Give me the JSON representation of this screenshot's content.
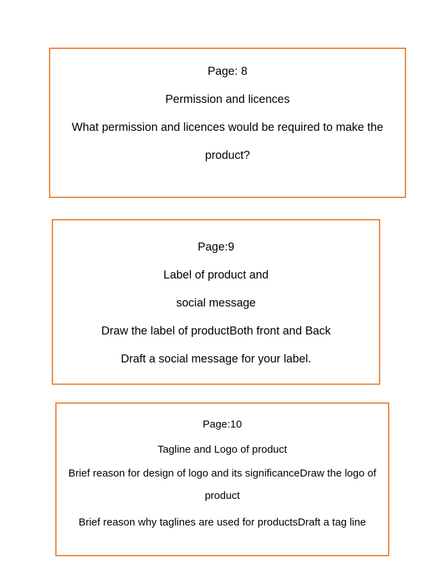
{
  "document": {
    "background_color": "#ffffff",
    "accent_color": "#ED8B43",
    "text_color": "#000000"
  },
  "cards": [
    {
      "id": "page-8",
      "page_label": "Page: 8",
      "heading": "Permission and licences",
      "body_lines": [
        "What permission and licences would be required to make the product?"
      ]
    },
    {
      "id": "page-9",
      "page_label": "Page:9",
      "heading": "Label of product and",
      "subheading": "social message",
      "body_lines": [
        "Draw the label of productBoth front and Back",
        "Draft a social message for your label."
      ]
    },
    {
      "id": "page-10",
      "page_label": "Page:10",
      "heading": "Tagline and Logo of product",
      "body_lines": [
        "Brief reason for design of logo and its significanceDraw the logo of product",
        "Brief reason why taglines are used for productsDraft a tag line"
      ]
    }
  ]
}
